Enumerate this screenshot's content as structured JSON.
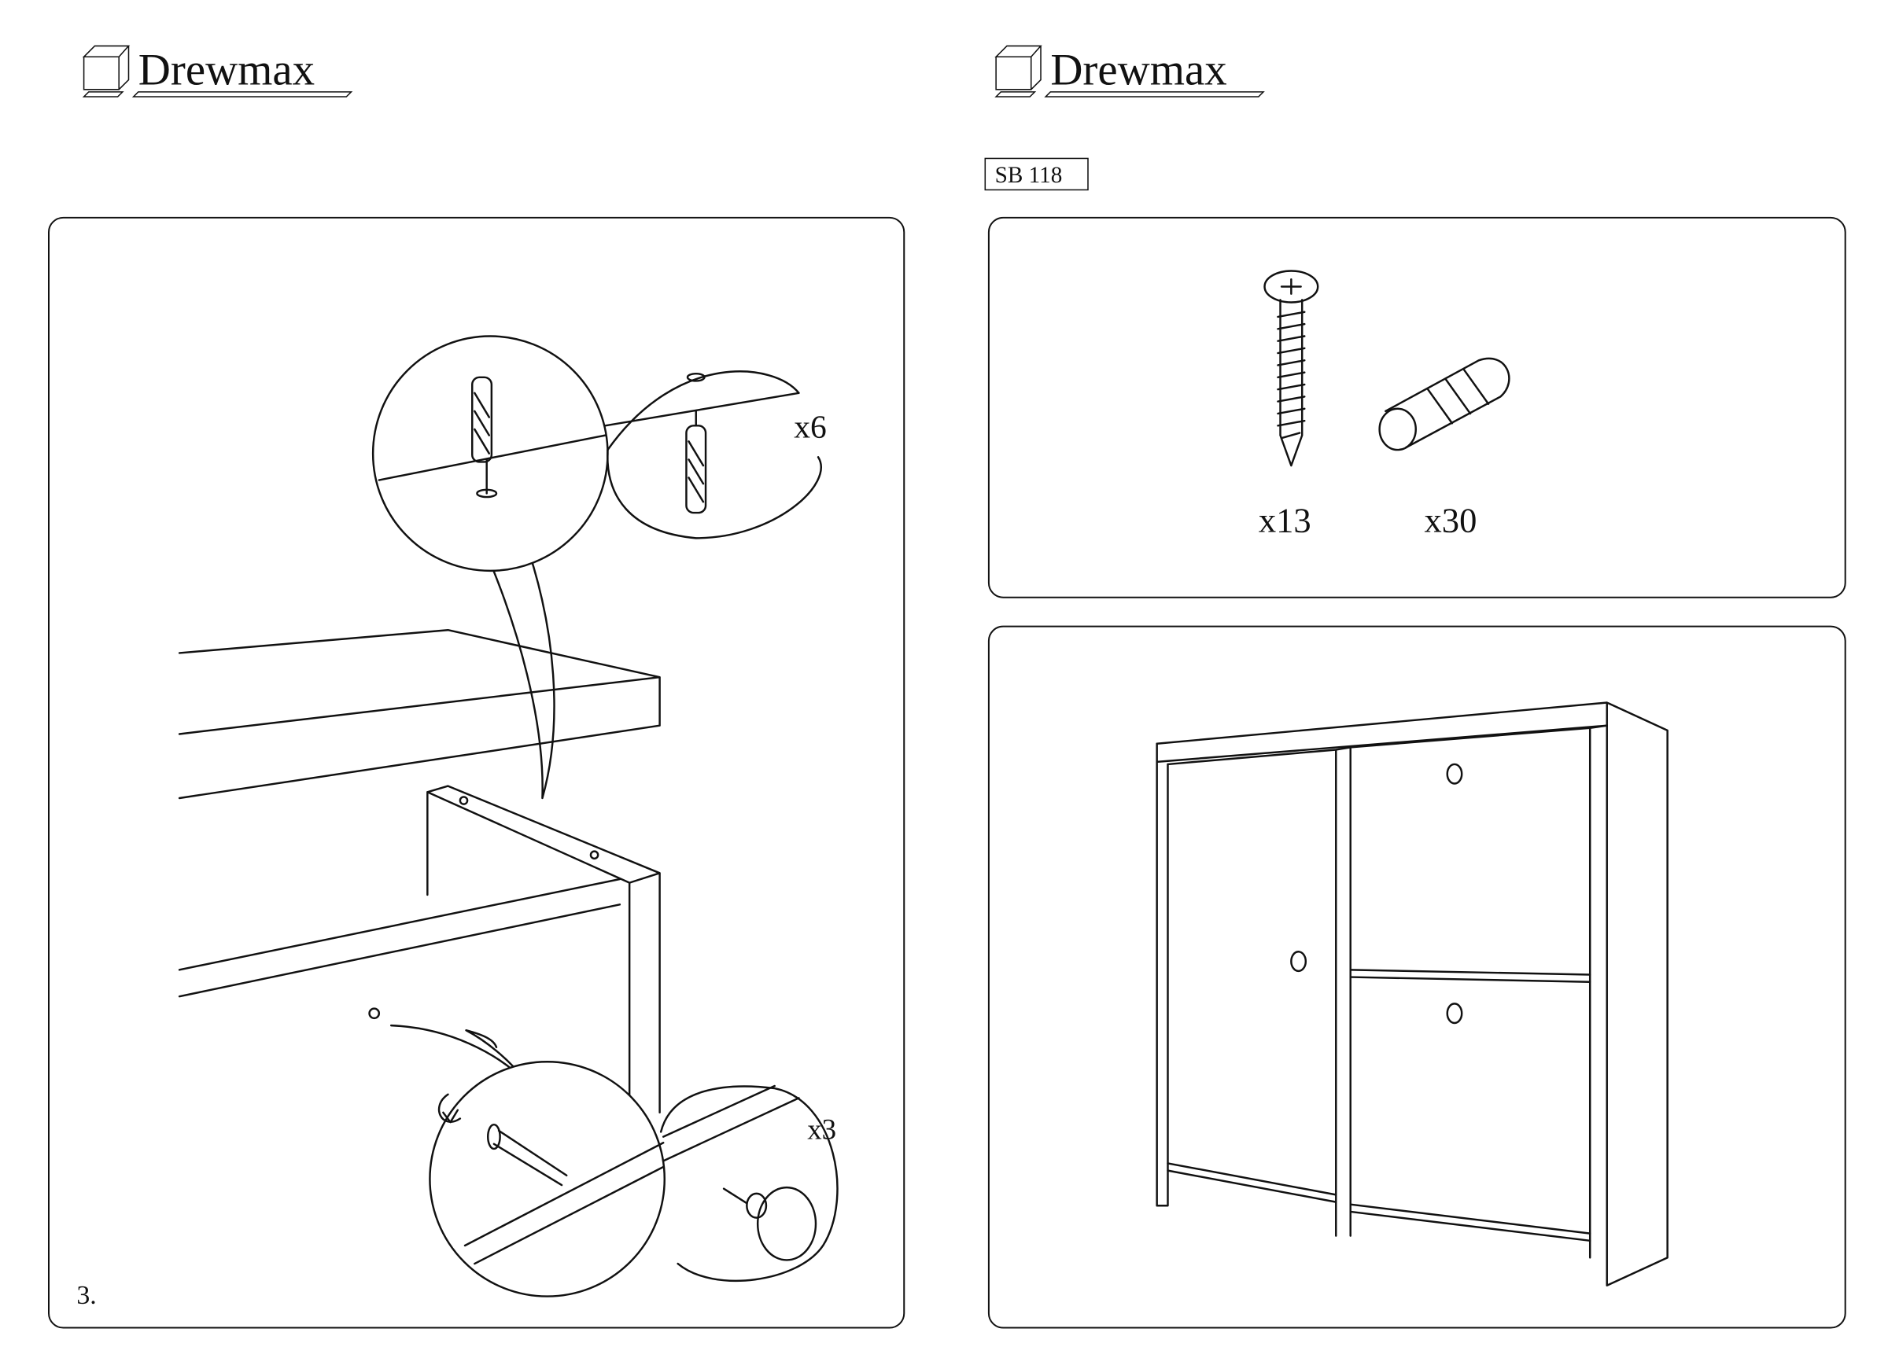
{
  "header": {
    "brand_left": "Drewmax",
    "brand_right": "Drewmax",
    "model_code": "SB 118"
  },
  "step_panel": {
    "step_number": "3.",
    "dowel_count": "x6",
    "knob_count": "x3"
  },
  "parts_panel": {
    "screw_count": "x13",
    "dowel_count": "x30"
  },
  "icons": [
    "logo-icon",
    "dowel-icon",
    "screw-icon",
    "knob-icon",
    "rotate-arrow-icon"
  ]
}
